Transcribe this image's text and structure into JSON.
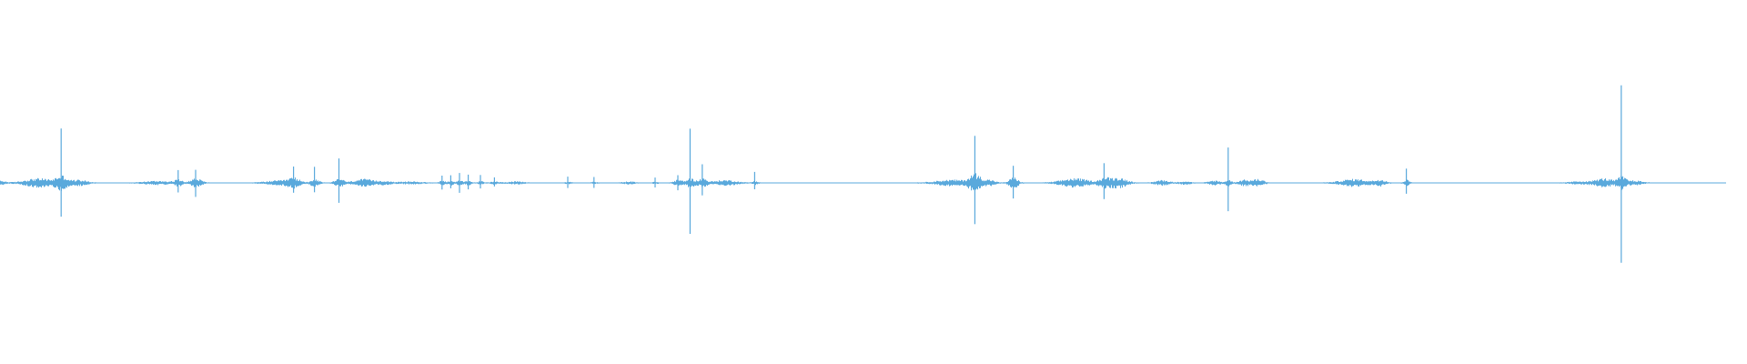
{
  "colors": {
    "background": "#ffffff",
    "waveform": "#5aa9dc"
  },
  "waveform": {
    "duration_fraction_end": 0.985,
    "baseline_amplitude": 0.003,
    "events": [
      {
        "t": 0.0,
        "amp": 0.012,
        "width": 0.004,
        "spike": 0.0,
        "kind": "burst"
      },
      {
        "t": 0.022,
        "amp": 0.03,
        "width": 0.01,
        "spike": 0.0,
        "kind": "burst"
      },
      {
        "t": 0.035,
        "amp": 0.045,
        "width": 0.004,
        "spike": 0.34,
        "kind": "burst"
      },
      {
        "t": 0.045,
        "amp": 0.02,
        "width": 0.006,
        "spike": 0.0,
        "kind": "burst"
      },
      {
        "t": 0.09,
        "amp": 0.012,
        "width": 0.01,
        "spike": 0.0,
        "kind": "burst"
      },
      {
        "t": 0.102,
        "amp": 0.02,
        "width": 0.003,
        "spike": 0.09,
        "kind": "burst"
      },
      {
        "t": 0.112,
        "amp": 0.03,
        "width": 0.004,
        "spike": 0.1,
        "kind": "burst"
      },
      {
        "t": 0.16,
        "amp": 0.015,
        "width": 0.01,
        "spike": 0.0,
        "kind": "burst"
      },
      {
        "t": 0.168,
        "amp": 0.03,
        "width": 0.004,
        "spike": 0.1,
        "kind": "burst"
      },
      {
        "t": 0.18,
        "amp": 0.025,
        "width": 0.003,
        "spike": 0.1,
        "kind": "burst"
      },
      {
        "t": 0.194,
        "amp": 0.03,
        "width": 0.003,
        "spike": 0.16,
        "kind": "burst"
      },
      {
        "t": 0.208,
        "amp": 0.025,
        "width": 0.007,
        "spike": 0.0,
        "kind": "burst"
      },
      {
        "t": 0.22,
        "amp": 0.012,
        "width": 0.005,
        "spike": 0.0,
        "kind": "burst"
      },
      {
        "t": 0.235,
        "amp": 0.008,
        "width": 0.008,
        "spike": 0.0,
        "kind": "burst"
      },
      {
        "t": 0.253,
        "amp": 0.015,
        "width": 0.002,
        "spike": 0.05,
        "kind": "tick"
      },
      {
        "t": 0.258,
        "amp": 0.015,
        "width": 0.002,
        "spike": 0.05,
        "kind": "tick"
      },
      {
        "t": 0.263,
        "amp": 0.015,
        "width": 0.002,
        "spike": 0.07,
        "kind": "tick"
      },
      {
        "t": 0.268,
        "amp": 0.015,
        "width": 0.002,
        "spike": 0.06,
        "kind": "tick"
      },
      {
        "t": 0.275,
        "amp": 0.01,
        "width": 0.002,
        "spike": 0.05,
        "kind": "tick"
      },
      {
        "t": 0.283,
        "amp": 0.01,
        "width": 0.003,
        "spike": 0.04,
        "kind": "tick"
      },
      {
        "t": 0.295,
        "amp": 0.008,
        "width": 0.006,
        "spike": 0.0,
        "kind": "burst"
      },
      {
        "t": 0.325,
        "amp": 0.006,
        "width": 0.002,
        "spike": 0.04,
        "kind": "tick"
      },
      {
        "t": 0.34,
        "amp": 0.006,
        "width": 0.002,
        "spike": 0.04,
        "kind": "tick"
      },
      {
        "t": 0.36,
        "amp": 0.008,
        "width": 0.004,
        "spike": 0.0,
        "kind": "burst"
      },
      {
        "t": 0.375,
        "amp": 0.006,
        "width": 0.002,
        "spike": 0.04,
        "kind": "tick"
      },
      {
        "t": 0.388,
        "amp": 0.02,
        "width": 0.003,
        "spike": 0.06,
        "kind": "burst"
      },
      {
        "t": 0.395,
        "amp": 0.03,
        "width": 0.003,
        "spike": 0.38,
        "kind": "burst"
      },
      {
        "t": 0.402,
        "amp": 0.03,
        "width": 0.003,
        "spike": 0.13,
        "kind": "burst"
      },
      {
        "t": 0.415,
        "amp": 0.018,
        "width": 0.008,
        "spike": 0.0,
        "kind": "burst"
      },
      {
        "t": 0.432,
        "amp": 0.012,
        "width": 0.002,
        "spike": 0.07,
        "kind": "tick"
      },
      {
        "t": 0.545,
        "amp": 0.02,
        "width": 0.012,
        "spike": 0.0,
        "kind": "burst"
      },
      {
        "t": 0.558,
        "amp": 0.06,
        "width": 0.004,
        "spike": 0.3,
        "kind": "burst"
      },
      {
        "t": 0.566,
        "amp": 0.02,
        "width": 0.004,
        "spike": 0.0,
        "kind": "burst"
      },
      {
        "t": 0.58,
        "amp": 0.04,
        "width": 0.003,
        "spike": 0.12,
        "kind": "burst"
      },
      {
        "t": 0.615,
        "amp": 0.03,
        "width": 0.01,
        "spike": 0.0,
        "kind": "burst"
      },
      {
        "t": 0.632,
        "amp": 0.03,
        "width": 0.004,
        "spike": 0.12,
        "kind": "burst"
      },
      {
        "t": 0.64,
        "amp": 0.035,
        "width": 0.006,
        "spike": 0.0,
        "kind": "burst"
      },
      {
        "t": 0.665,
        "amp": 0.018,
        "width": 0.005,
        "spike": 0.0,
        "kind": "burst"
      },
      {
        "t": 0.678,
        "amp": 0.01,
        "width": 0.004,
        "spike": 0.0,
        "kind": "burst"
      },
      {
        "t": 0.695,
        "amp": 0.015,
        "width": 0.004,
        "spike": 0.0,
        "kind": "burst"
      },
      {
        "t": 0.703,
        "amp": 0.02,
        "width": 0.002,
        "spike": 0.28,
        "kind": "burst"
      },
      {
        "t": 0.712,
        "amp": 0.02,
        "width": 0.004,
        "spike": 0.0,
        "kind": "burst"
      },
      {
        "t": 0.72,
        "amp": 0.025,
        "width": 0.004,
        "spike": 0.0,
        "kind": "burst"
      },
      {
        "t": 0.775,
        "amp": 0.025,
        "width": 0.01,
        "spike": 0.0,
        "kind": "burst"
      },
      {
        "t": 0.79,
        "amp": 0.02,
        "width": 0.004,
        "spike": 0.0,
        "kind": "burst"
      },
      {
        "t": 0.805,
        "amp": 0.02,
        "width": 0.002,
        "spike": 0.1,
        "kind": "burst"
      },
      {
        "t": 0.905,
        "amp": 0.01,
        "width": 0.008,
        "spike": 0.0,
        "kind": "burst"
      },
      {
        "t": 0.918,
        "amp": 0.03,
        "width": 0.006,
        "spike": 0.0,
        "kind": "burst"
      },
      {
        "t": 0.928,
        "amp": 0.04,
        "width": 0.003,
        "spike": 0.64,
        "kind": "burst"
      },
      {
        "t": 0.935,
        "amp": 0.015,
        "width": 0.006,
        "spike": 0.0,
        "kind": "burst"
      }
    ]
  }
}
